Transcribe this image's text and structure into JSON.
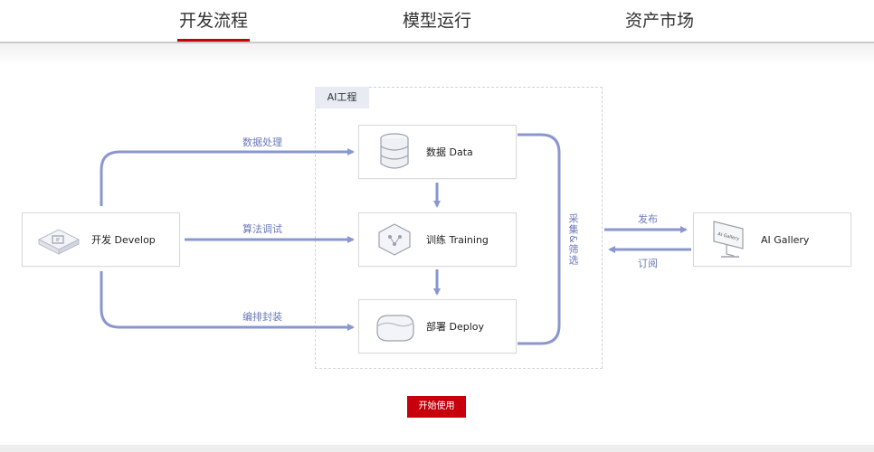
{
  "tabs": [
    {
      "label": "开发流程",
      "active": true
    },
    {
      "label": "模型运行",
      "active": false
    },
    {
      "label": "资产市场",
      "active": false
    }
  ],
  "ai_frame_label": "AI工程",
  "cards": {
    "develop": "开发 Develop",
    "data": "数据 Data",
    "training": "训练 Training",
    "deploy": "部署 Deploy",
    "gallery": "AI Gallery"
  },
  "gallery_screen_text": "AI Gallery",
  "flow_labels": {
    "data_processing": "数据处理",
    "algorithm_debug": "算法调试",
    "orchestrate_package": "编排封装",
    "collect_filter": "采集&筛选",
    "publish": "发布",
    "subscribe": "订阅"
  },
  "start_button": "开始使用",
  "colors": {
    "accent": "#c7000b",
    "connector": "#8a97cf",
    "label_text": "#6b79b8"
  }
}
